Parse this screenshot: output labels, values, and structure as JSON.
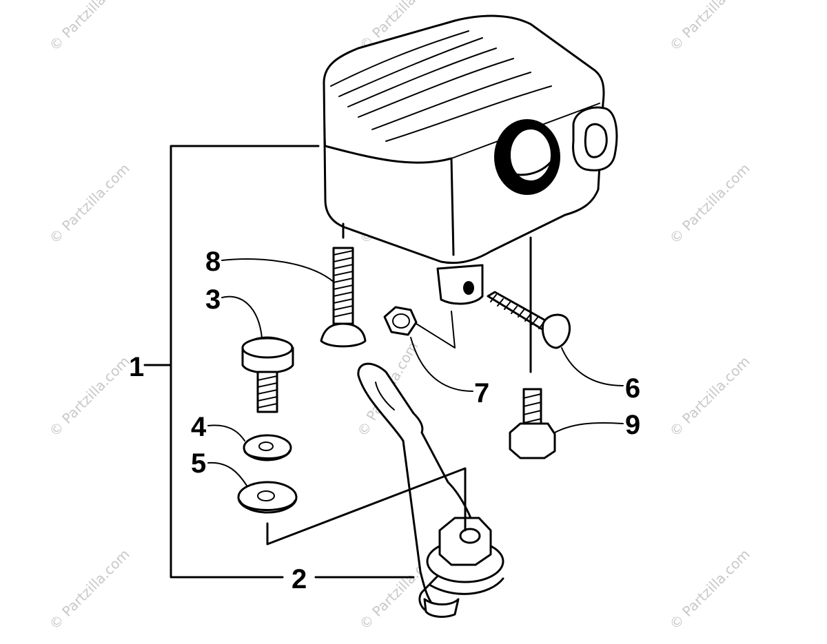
{
  "diagram": {
    "callouts": [
      {
        "id": "1",
        "label": "1"
      },
      {
        "id": "2",
        "label": "2"
      },
      {
        "id": "3",
        "label": "3"
      },
      {
        "id": "4",
        "label": "4"
      },
      {
        "id": "5",
        "label": "5"
      },
      {
        "id": "6",
        "label": "6"
      },
      {
        "id": "7",
        "label": "7"
      },
      {
        "id": "8",
        "label": "8"
      },
      {
        "id": "9",
        "label": "9"
      }
    ],
    "watermark": "© Partzilla.com"
  }
}
